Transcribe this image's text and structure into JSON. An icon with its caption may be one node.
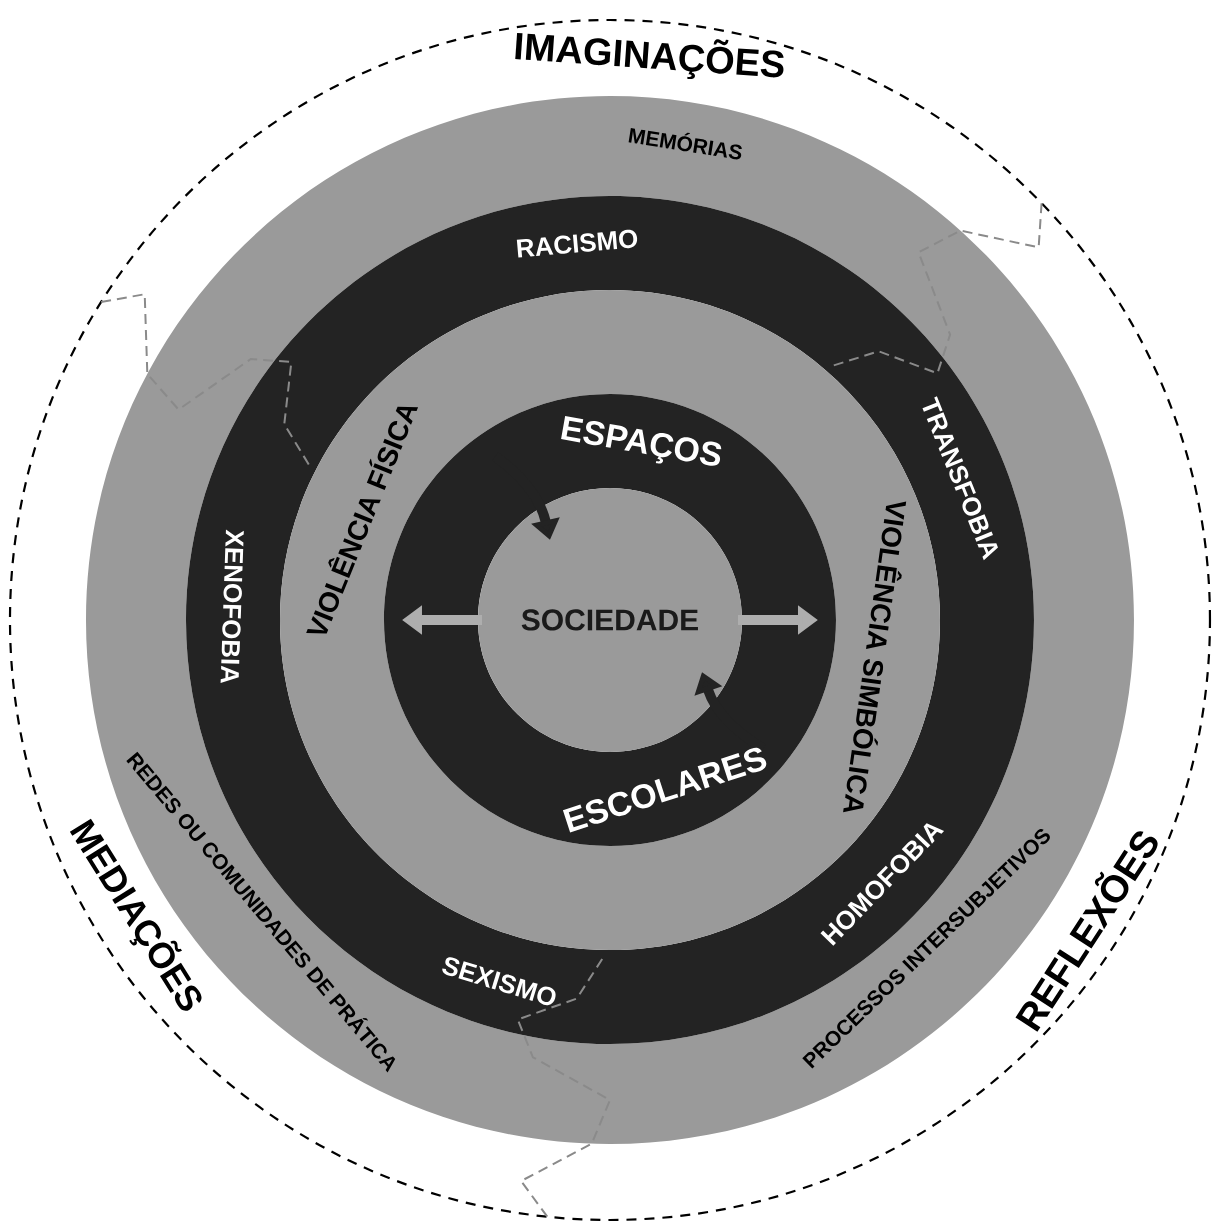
{
  "diagram": {
    "labels": [
      "IMAGINAÇÕES",
      "MEDIAÇÕES",
      "REFLEXÕES",
      "MEMÓRIAS",
      "REDES OU COMUNIDADES DE PRÁTICA",
      "PROCESSOS INTERSUBJETIVOS",
      "RACISMO",
      "TRANSFOBIA",
      "HOMOFOBIA",
      "SEXISMO",
      "XENOFOBIA",
      "VIOLÊNCIA FÍSICA",
      "VIOLÊNCIA SIMBÓLICA",
      "ESPAÇOS",
      "ESCOLARES",
      "SOCIEDADE"
    ]
  }
}
